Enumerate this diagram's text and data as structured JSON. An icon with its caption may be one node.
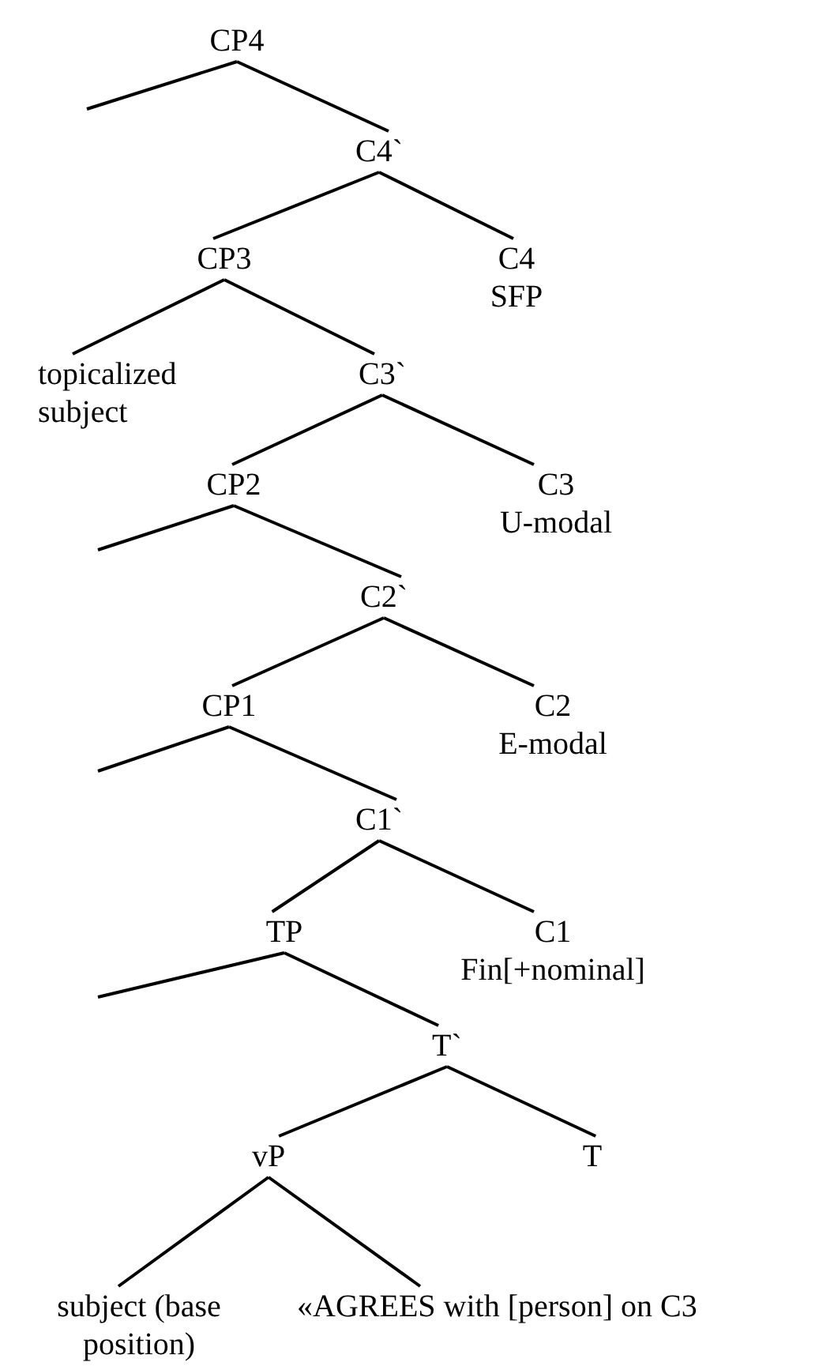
{
  "diagram": {
    "nodes": [
      {
        "text": [
          "CP4"
        ]
      },
      {
        "text": [
          "C4`"
        ]
      },
      {
        "text": [
          "CP3"
        ]
      },
      {
        "text": [
          "C4",
          "SFP"
        ]
      },
      {
        "text": [
          "topicalized subject"
        ]
      },
      {
        "text": [
          "C3`"
        ]
      },
      {
        "text": [
          "CP2"
        ]
      },
      {
        "text": [
          "C3",
          "U-modal"
        ]
      },
      {
        "text": [
          "C2`"
        ]
      },
      {
        "text": [
          "CP1"
        ]
      },
      {
        "text": [
          "C2",
          "E-modal"
        ]
      },
      {
        "text": [
          "C1`"
        ]
      },
      {
        "text": [
          "TP"
        ]
      },
      {
        "text": [
          "C1",
          "Fin[+nominal]"
        ]
      },
      {
        "text": [
          "T`"
        ]
      },
      {
        "text": [
          "vP"
        ]
      },
      {
        "text": [
          "T"
        ]
      },
      {
        "text": [
          "subject (base position)"
        ]
      },
      {
        "text": [
          "«AGREES with [person] on C3"
        ]
      }
    ],
    "edges": [
      {
        "from": 0,
        "to": null,
        "arrow": "none"
      },
      {
        "from": 0,
        "to": 1,
        "arrow": "none"
      },
      {
        "from": 1,
        "to": 2,
        "arrow": "none"
      },
      {
        "from": 1,
        "to": 3,
        "arrow": "none"
      },
      {
        "from": 2,
        "to": 4,
        "arrow": "none"
      },
      {
        "from": 2,
        "to": 5,
        "arrow": "none"
      },
      {
        "from": 5,
        "to": 6,
        "arrow": "none"
      },
      {
        "from": 5,
        "to": 7,
        "arrow": "none"
      },
      {
        "from": 6,
        "to": null,
        "arrow": "none"
      },
      {
        "from": 6,
        "to": 8,
        "arrow": "none"
      },
      {
        "from": 8,
        "to": 9,
        "arrow": "none"
      },
      {
        "from": 8,
        "to": 10,
        "arrow": "none"
      },
      {
        "from": 9,
        "to": null,
        "arrow": "none"
      },
      {
        "from": 9,
        "to": 11,
        "arrow": "none"
      },
      {
        "from": 11,
        "to": 12,
        "arrow": "none"
      },
      {
        "from": 11,
        "to": 13,
        "arrow": "none"
      },
      {
        "from": 12,
        "to": null,
        "arrow": "none"
      },
      {
        "from": 12,
        "to": 14,
        "arrow": "none"
      },
      {
        "from": 14,
        "to": 15,
        "arrow": "none"
      },
      {
        "from": 14,
        "to": 16,
        "arrow": "none"
      },
      {
        "from": 15,
        "to": 17,
        "arrow": "none"
      },
      {
        "from": 15,
        "to": 18,
        "arrow": "none"
      }
    ]
  }
}
